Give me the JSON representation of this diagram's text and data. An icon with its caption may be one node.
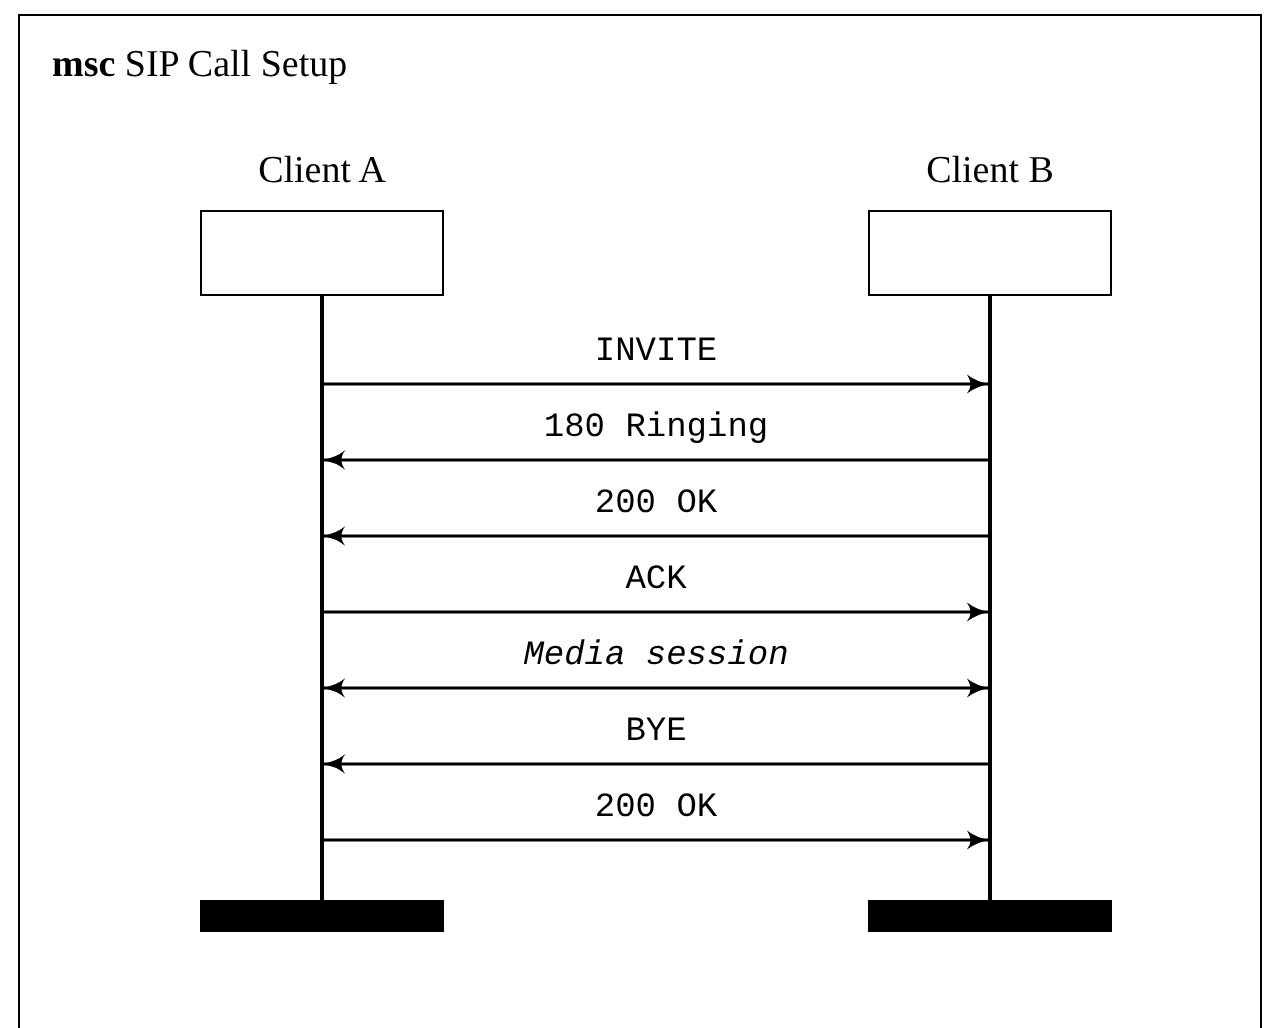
{
  "diagram": {
    "title": "**msc** SIP Call Setup",
    "nodes": [
      {
        "text": [
          "Client A"
        ]
      },
      {
        "text": [
          "Client B"
        ]
      },
      {
        "text": [],
        "shape": "line"
      },
      {
        "text": [],
        "shape": "line"
      },
      {
        "text": [],
        "shape": "bar"
      },
      {
        "text": [],
        "shape": "bar"
      }
    ],
    "edges": [
      {
        "from": 2,
        "to": 3,
        "arrow": "to",
        "label": "INVITE"
      },
      {
        "from": 3,
        "to": 2,
        "arrow": "to",
        "label": "180 Ringing"
      },
      {
        "from": 3,
        "to": 2,
        "arrow": "to",
        "label": "200 OK"
      },
      {
        "from": 2,
        "to": 3,
        "arrow": "to",
        "label": "ACK"
      },
      {
        "from": 2,
        "to": 3,
        "arrow": "both",
        "label": "*Media session*"
      },
      {
        "from": 3,
        "to": 2,
        "arrow": "to",
        "label": "BYE"
      },
      {
        "from": 2,
        "to": 3,
        "arrow": "to",
        "label": "200 OK"
      }
    ]
  }
}
